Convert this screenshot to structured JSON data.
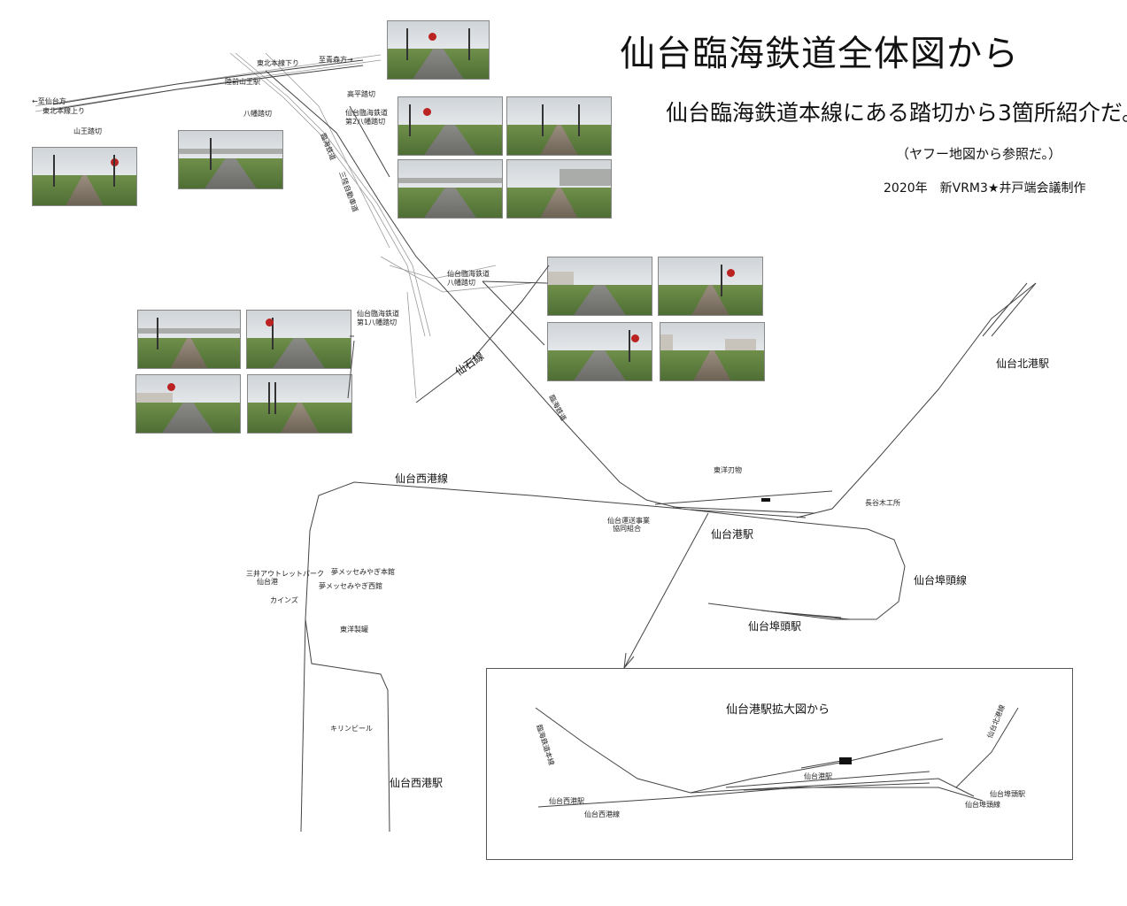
{
  "title": "仙台臨海鉄道全体図から",
  "subtitle": "仙台臨海鉄道本線にある踏切から3箇所紹介だ。",
  "source": "（ヤフー地図から参照だ。）",
  "credit": "2020年　新VRM3★井戸端会議制作",
  "labels": {
    "rikuzen_sanno_station": "陸前山王駅",
    "tohoku_main_down": "東北本線下り",
    "to_aomori": "至青森方→",
    "to_sendai": "←至仙台方",
    "tohoku_main_up": "東北本線上り",
    "sanno_crossing": "山王踏切",
    "hachiman_crossing": "八幡踏切",
    "takadaira_crossing": "高平踏切",
    "rinkai_2nd_hachiman_line1": "仙台臨海鉄道",
    "rinkai_2nd_hachiman_line2": "第2八幡踏切",
    "rinkai_hachiman_line1": "仙台臨海鉄道",
    "rinkai_hachiman_line2": "八幡踏切",
    "rinkai_1st_hachiman_line1": "仙台臨海鉄道",
    "rinkai_1st_hachiman_line2": "第1八幡踏切",
    "senseki_line": "仙石線",
    "rinkai_railway_vertical": "臨海鉄道",
    "sanriku_road": "三陸自動車道",
    "sendai_hokko_station": "仙台北港駅",
    "sendai_seiko_line": "仙台西港線",
    "sendai_port_station": "仙台港駅",
    "sendai_futo_line": "仙台埠頭線",
    "sendai_futo_station": "仙台埠頭駅",
    "sendai_seiko_station": "仙台西港駅",
    "tokai_transport": "仙台運送事業",
    "tokai_transport2": "協同組合",
    "tobu_kaisha": "東洋刃物",
    "choha_kogyo": "長谷木工所",
    "mitsui_outlet": "三井アウトレットパーク",
    "mitsui_outlet2": "仙台港",
    "cainz": "カインズ",
    "yume_messe_main": "夢メッセみやぎ本館",
    "yume_messe_west": "夢メッセみやぎ西館",
    "toyo_seikan": "東洋製罐",
    "kirin_beer": "キリンビール",
    "inset_title": "仙台港駅拡大図から",
    "inset_rinkai_main": "臨海鉄道本線",
    "inset_sendai_port": "仙台港駅",
    "inset_seiko_station": "仙台西港駅",
    "inset_seiko_line": "仙台西港線",
    "inset_hokko_line": "仙台北港線",
    "inset_futo_station": "仙台埠頭駅",
    "inset_futo_line": "仙台埠頭線"
  },
  "colors": {
    "track": "#444444",
    "map_line": "#9a9a9a",
    "sky": "#d6dadd",
    "grass": "#5f7f40"
  }
}
